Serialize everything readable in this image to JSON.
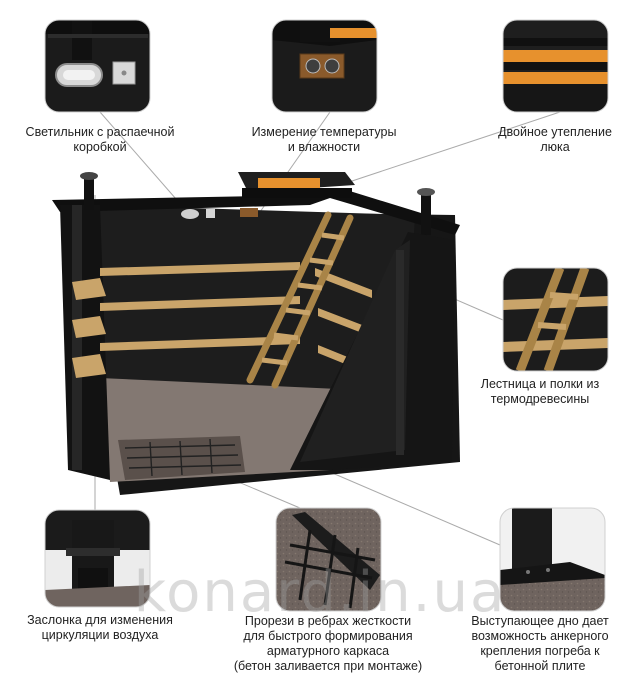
{
  "colors": {
    "steel": "#1b1b1b",
    "steel_edge": "#2e2e2e",
    "wood": "#c9a46a",
    "wood_dark": "#a98447",
    "insulation": "#e7912d",
    "concrete": "#6f645f",
    "floor": "#837872",
    "callout_line": "#aaaaaa"
  },
  "captions": {
    "lamp": "Светильник с распаечной\nкоробкой",
    "sensor": "Измерение температуры\nи влажности",
    "hatch": "Двойное утепление\nлюка",
    "ladder": "Лестница и полки из\nтермодревесины",
    "damper": "Заслонка для изменения\nциркуляции воздуха",
    "slots": "Прорези в ребрах жесткости\nдля быстрого формирования\nарматурного каркаса\n(бетон заливается при монтаже)",
    "base": "Выступающее дно дает\nвозможность анкерного\nкрепления погреба к\nбетонной плите"
  },
  "watermark": "konard.in.ua"
}
